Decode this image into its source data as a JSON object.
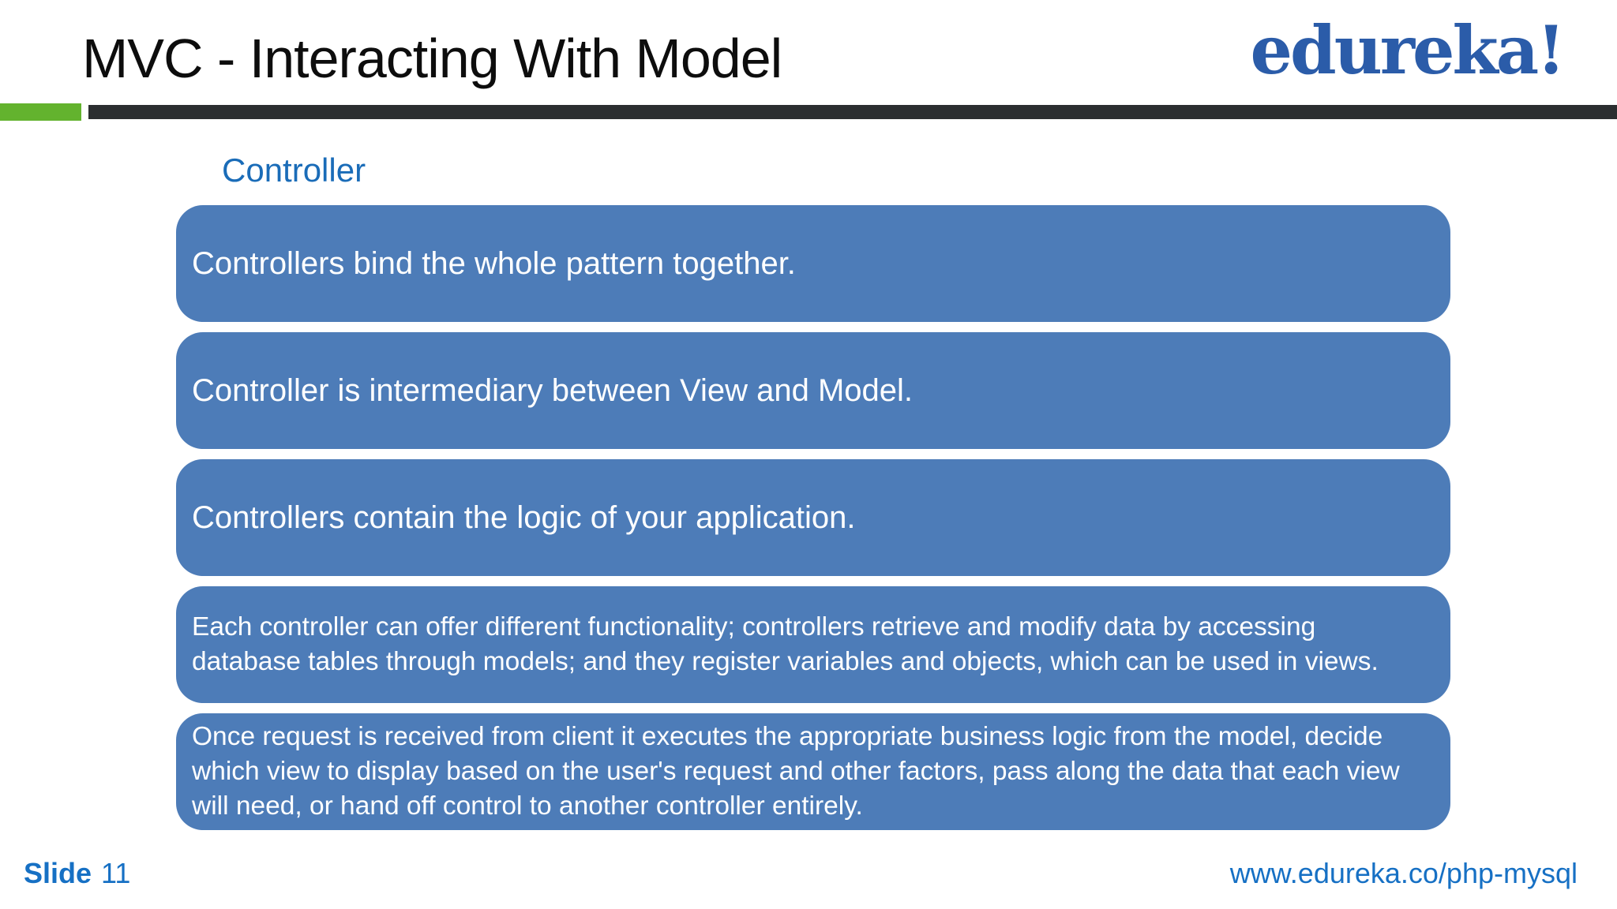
{
  "slide": {
    "title": "MVC - Interacting With Model",
    "logo_text": "edureka!",
    "section_label": "Controller",
    "boxes": [
      "Controllers bind the whole pattern together.",
      "Controller is intermediary between View and Model.",
      "Controllers contain the logic of your application.",
      "Each controller can offer different functionality; controllers retrieve and modify data by accessing database tables through models; and they register variables and objects, which can be used in views.",
      "Once request is received from client it executes the appropriate business logic from the model, decide which view to display based on the user's request and other factors, pass along the data that each view will need, or hand off control to another controller entirely."
    ],
    "footer": {
      "slide_label": "Slide",
      "slide_number": "11",
      "url": "www.edureka.co/php-mysql"
    },
    "colors": {
      "box_blue": "#4d7cb8",
      "accent_green": "#63b32e",
      "bar_dark": "#2b2e30",
      "label_blue": "#1a6cb8",
      "logo_blue": "#2b5ca9",
      "footer_blue": "#1670c4"
    }
  }
}
